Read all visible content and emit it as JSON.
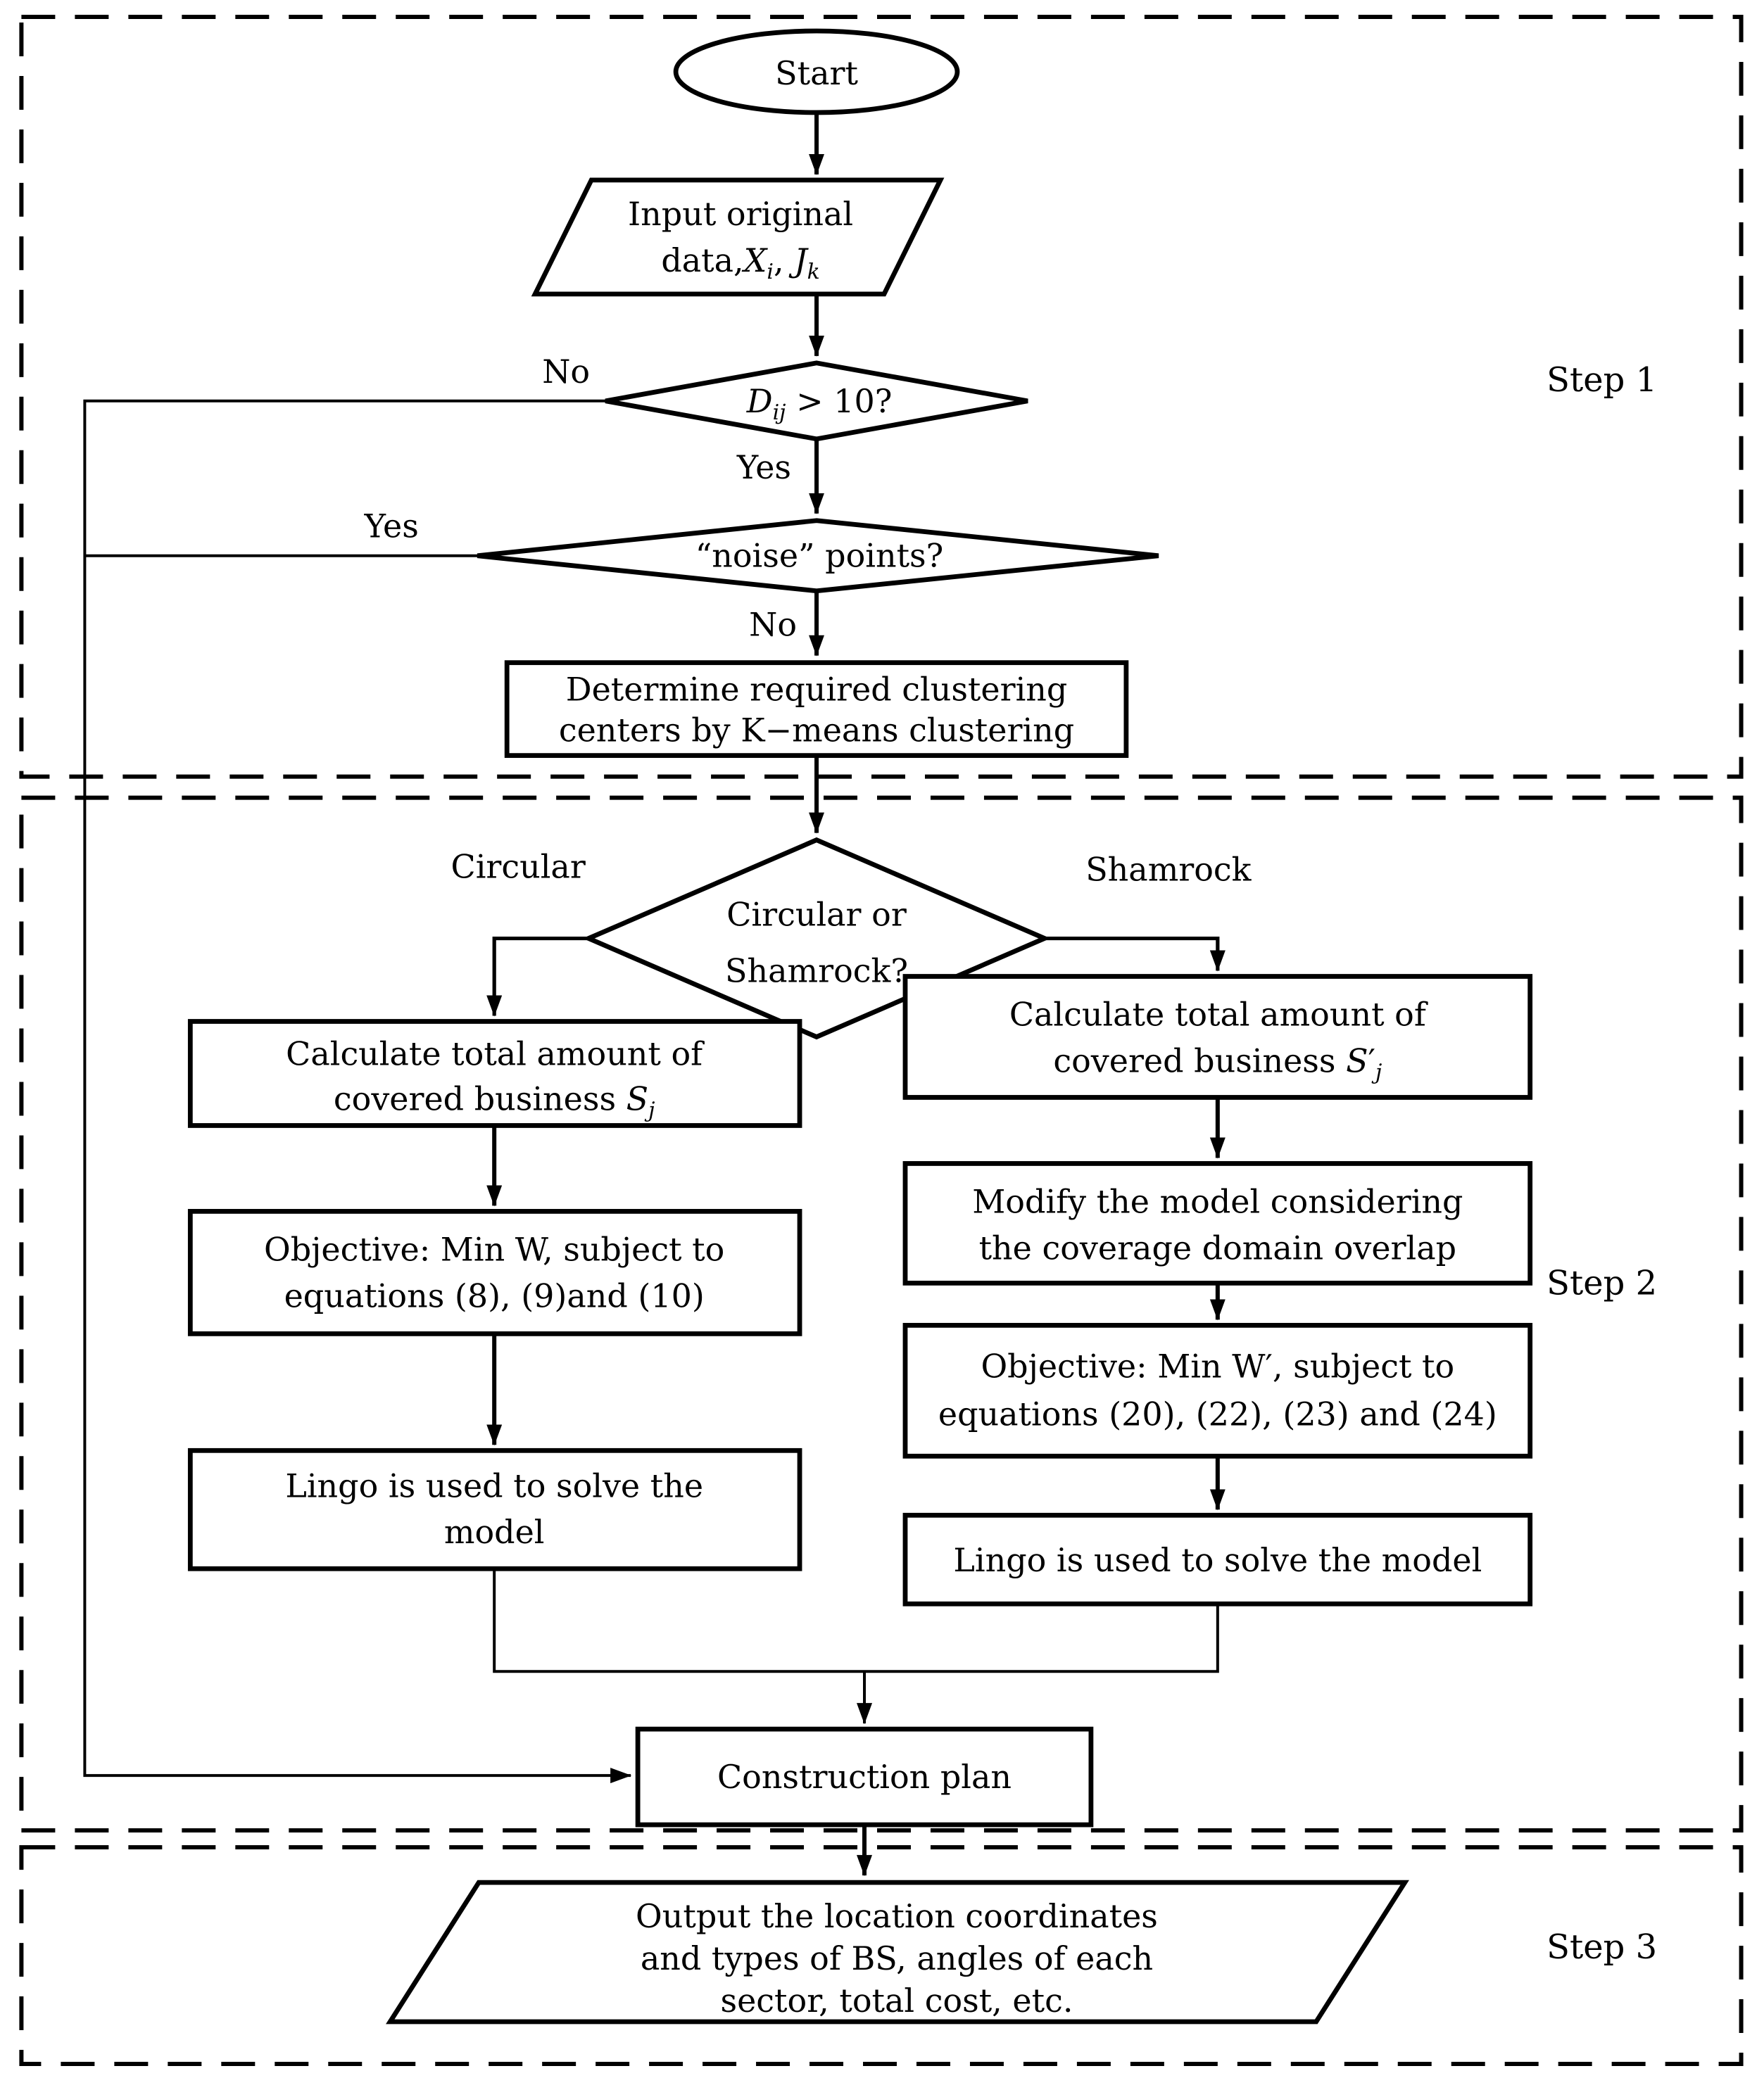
{
  "colors": {
    "ink": "#000000",
    "background": "#ffffff"
  },
  "steps": {
    "s1": "Step 1",
    "s2": "Step 2",
    "s3": "Step 3"
  },
  "nodes": {
    "start": "Start",
    "input": {
      "l1": "Input original",
      "pre": "data,",
      "v1": "X",
      "s1": "i",
      "mid": ", ",
      "v2": "J",
      "s2": "k"
    },
    "dij": {
      "v": "D",
      "s": "ij",
      "rest": " > 10?"
    },
    "noise": "“noise” points?",
    "kmeans": {
      "l1": "Determine required clustering",
      "l2": "centers by K−means clustering"
    },
    "shape_q": {
      "l1": "Circular or",
      "l2": "Shamrock?"
    },
    "calc_sj": {
      "l1": "Calculate total amount of",
      "pre": "covered business ",
      "v": "S",
      "s": "j"
    },
    "obj_w": {
      "l1": "Objective: Min W, subject to",
      "l2": "equations (8), (9)and (10)"
    },
    "lingo_l": {
      "l1": "Lingo is used to solve the",
      "l2": "model"
    },
    "calc_sjp": {
      "l1": "Calculate total amount of",
      "pre": "covered business ",
      "v": "S",
      "prime": "′",
      "s": "j"
    },
    "modify": {
      "l1": "Modify the model considering",
      "l2": "the coverage domain overlap"
    },
    "obj_wp": {
      "l1": "Objective: Min W′, subject to",
      "l2": "equations (20), (22), (23) and (24)"
    },
    "lingo_r": "Lingo is used to solve the model",
    "construction": "Construction plan",
    "output": {
      "l1": "Output the location coordinates",
      "l2": "and types of BS, angles of each",
      "l3": "sector, total cost, etc."
    }
  },
  "edges": {
    "no_dij": "No",
    "yes_dij": "Yes",
    "yes_noise": "Yes",
    "no_noise": "No",
    "circular": "Circular",
    "shamrock": "Shamrock"
  }
}
